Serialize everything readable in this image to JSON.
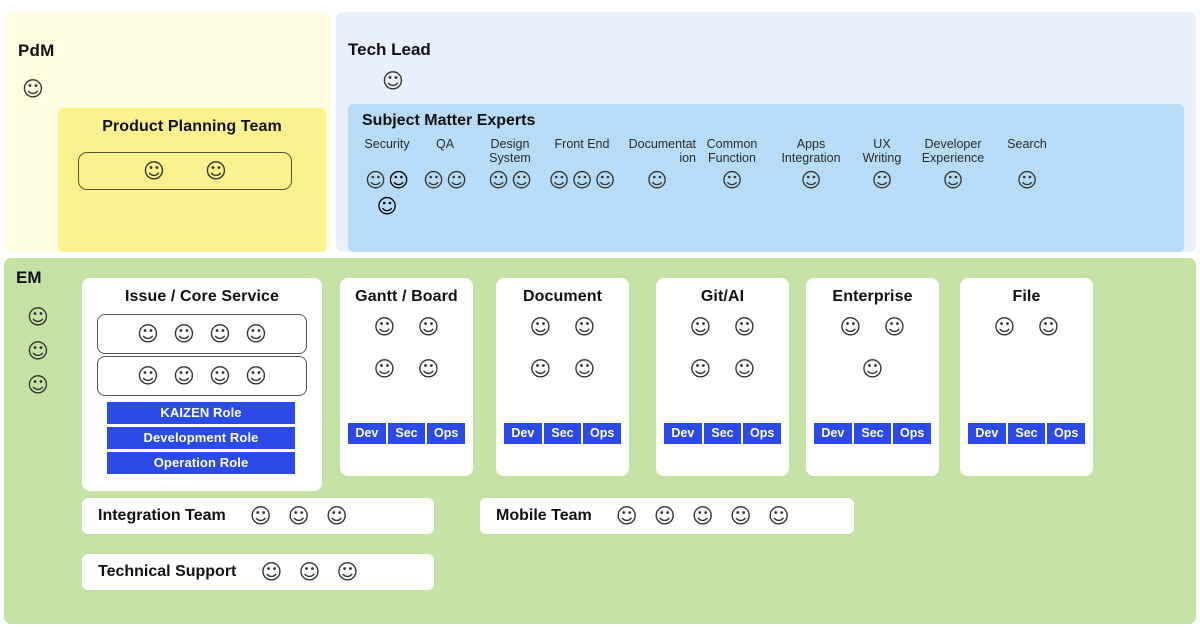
{
  "sections": {
    "pdm": {
      "label": "PdM",
      "manager_faces": 1,
      "team": {
        "title": "Product Planning Team",
        "member_faces": 2
      }
    },
    "tech_lead": {
      "label": "Tech Lead",
      "lead_faces": 1,
      "sme": {
        "title": "Subject Matter Experts",
        "columns": [
          {
            "name": "Security",
            "faces": 3,
            "dark": true
          },
          {
            "name": "QA",
            "faces": 2,
            "dark": false
          },
          {
            "name": "Design\nSystem",
            "faces": 2,
            "dark": false
          },
          {
            "name": "Front End",
            "faces": 3,
            "dark": false
          },
          {
            "name": "Documentat\nion",
            "faces": 1,
            "dark": false,
            "ragged": true
          },
          {
            "name": "Common\nFunction",
            "faces": 1,
            "dark": false
          },
          {
            "name": "Apps\nIntegration",
            "faces": 1,
            "dark": false
          },
          {
            "name": "UX\nWriting",
            "faces": 1,
            "dark": false
          },
          {
            "name": "Developer\nExperience",
            "faces": 1,
            "dark": false
          },
          {
            "name": "Search",
            "faces": 1,
            "dark": false
          }
        ]
      }
    },
    "em": {
      "label": "EM",
      "manager_faces": 3,
      "core_card": {
        "title": "Issue / Core Service",
        "row1_faces": 4,
        "row2_faces": 4,
        "roles": [
          "KAIZEN Role",
          "Development Role",
          "Operation Role"
        ]
      },
      "product_cards": [
        {
          "title": "Gantt / Board",
          "faces": 4,
          "tags": [
            "Dev",
            "Sec",
            "Ops"
          ]
        },
        {
          "title": "Document",
          "faces": 4,
          "tags": [
            "Dev",
            "Sec",
            "Ops"
          ]
        },
        {
          "title": "Git/AI",
          "faces": 4,
          "tags": [
            "Dev",
            "Sec",
            "Ops"
          ]
        },
        {
          "title": "Enterprise",
          "faces": 3,
          "tags": [
            "Dev",
            "Sec",
            "Ops"
          ]
        },
        {
          "title": "File",
          "faces": 2,
          "tags": [
            "Dev",
            "Sec",
            "Ops"
          ]
        }
      ],
      "teams": [
        {
          "name": "Integration Team",
          "faces": 3
        },
        {
          "name": "Mobile Team",
          "faces": 5
        },
        {
          "name": "Technical Support",
          "faces": 3
        }
      ]
    }
  },
  "icons": {
    "person": "☺"
  },
  "colors": {
    "pdm_bg": "#fffce0",
    "pdm_team_bg": "#fdf18f",
    "techlead_bg": "#e8f0fc",
    "sme_bg": "#b8dcf7",
    "em_bg": "#c5e2a6",
    "role_blue": "#2b4ae8",
    "card_white": "#ffffff"
  }
}
